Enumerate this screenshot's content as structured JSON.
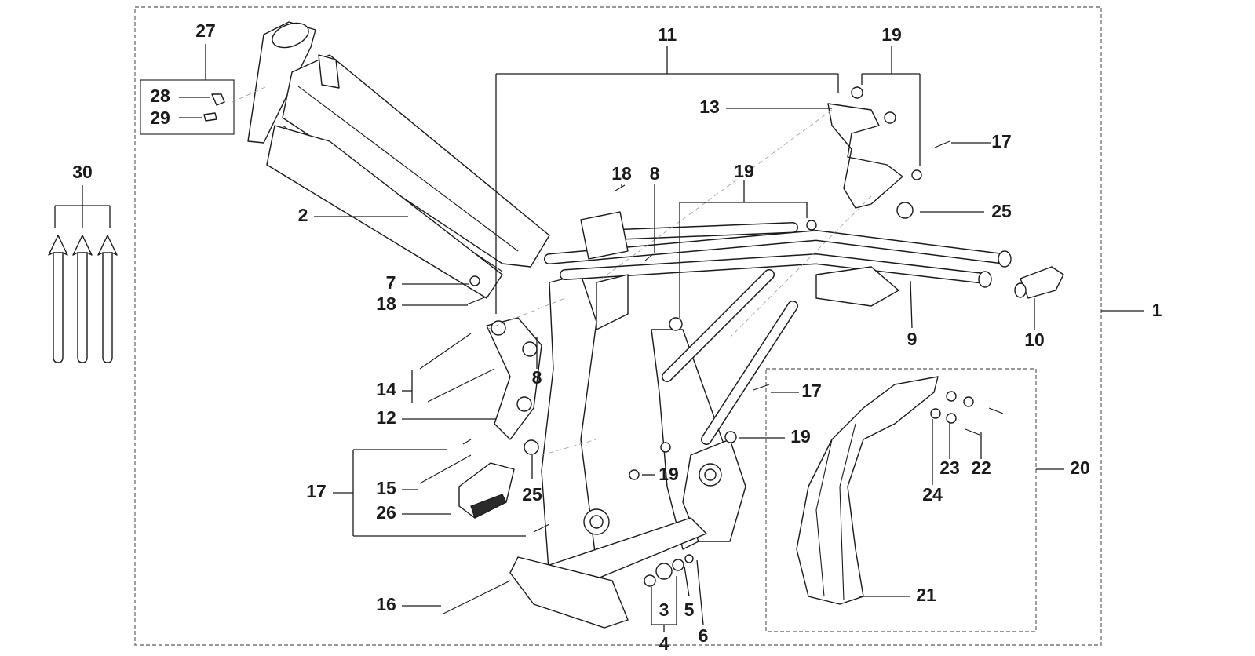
{
  "callouts": {
    "c1": "1",
    "c2": "2",
    "c3": "3",
    "c4": "4",
    "c5": "5",
    "c6": "6",
    "c7": "7",
    "c8a": "8",
    "c8b": "8",
    "c9": "9",
    "c10": "10",
    "c11": "11",
    "c12": "12",
    "c13": "13",
    "c14": "14",
    "c15": "15",
    "c16": "16",
    "c17a": "17",
    "c17b": "17",
    "c17c": "17",
    "c18a": "18",
    "c18b": "18",
    "c19a": "19",
    "c19b": "19",
    "c19c": "19",
    "c19d": "19",
    "c20": "20",
    "c21": "21",
    "c22": "22",
    "c23": "23",
    "c24": "24",
    "c25a": "25",
    "c25b": "25",
    "c26": "26",
    "c27": "27",
    "c28": "28",
    "c29": "29",
    "c30": "30"
  },
  "colors": {
    "line": "#1a1a1a",
    "frame_border": "#777777",
    "guide": "#999999"
  }
}
